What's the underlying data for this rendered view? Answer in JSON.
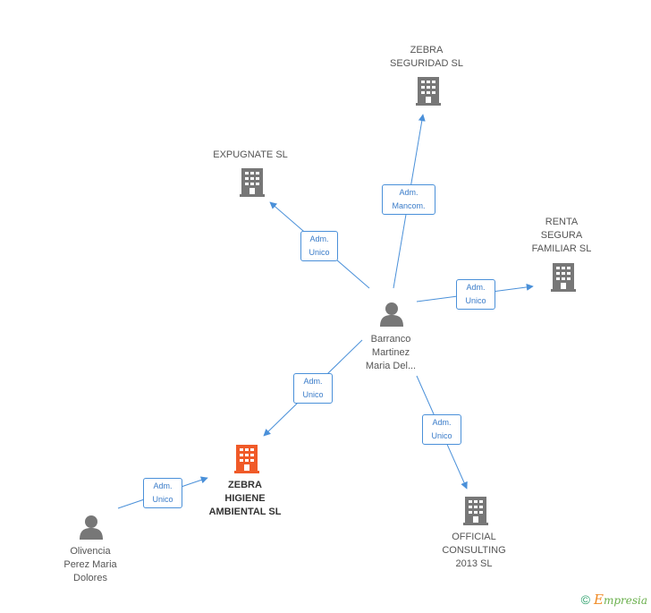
{
  "colors": {
    "edge": "#4a90d9",
    "company_icon": "#777777",
    "focus_company_icon": "#f05a28",
    "person_icon": "#777777"
  },
  "nodes": {
    "zebra_seguridad": {
      "label": "ZEBRA\nSEGURIDAD  SL",
      "icon": "building-icon"
    },
    "expugnate": {
      "label": "EXPUGNATE SL",
      "icon": "building-icon"
    },
    "renta_segura": {
      "label": "RENTA\nSEGURA\nFAMILIAR SL",
      "icon": "building-icon"
    },
    "barranco": {
      "label": "Barranco\nMartinez\nMaria Del...",
      "icon": "person-icon"
    },
    "zebra_higiene": {
      "label": "ZEBRA\nHIGIENE\nAMBIENTAL  SL",
      "icon": "building-icon"
    },
    "official_consulting": {
      "label": "OFFICIAL\nCONSULTING\n2013 SL",
      "icon": "building-icon"
    },
    "olivencia": {
      "label": "Olivencia\nPerez Maria\nDolores",
      "icon": "person-icon"
    }
  },
  "edges": {
    "to_zebra_seguridad": "Adm.\nMancom.",
    "to_expugnate": "Adm.\nUnico",
    "to_renta_segura": "Adm.\nUnico",
    "to_zebra_higiene": "Adm.\nUnico",
    "to_official_consulting": "Adm.\nUnico",
    "olivencia_to_zebra_higiene": "Adm.\nUnico"
  },
  "footer": {
    "copyright": "©",
    "brand_first": "E",
    "brand_rest": "mpresia"
  }
}
